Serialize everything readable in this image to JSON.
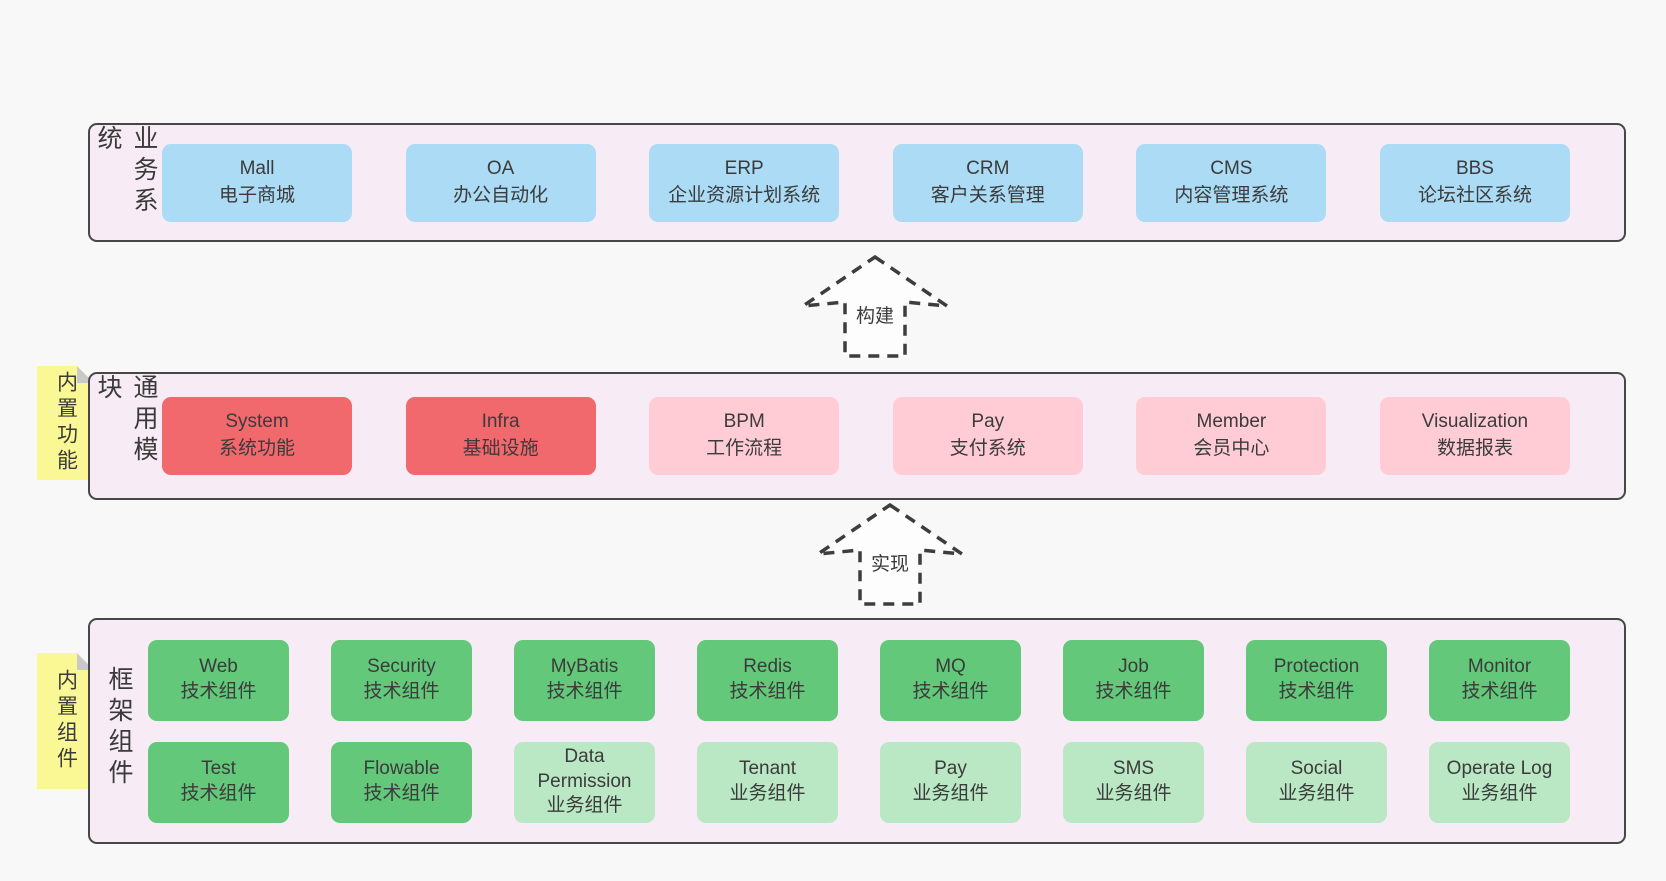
{
  "palette": {
    "page_bg": "#f8f8f8",
    "panel_bg": "#f7ecf5",
    "panel_border": "#474747",
    "blue": "#abdbf5",
    "red": "#f1696c",
    "pink": "#ffccd6",
    "green": "#63c87a",
    "light_green": "#bae8c4",
    "tab_yellow": "#f9f894",
    "fold_gray": "#c9c9c9",
    "text": "#3b3b3b"
  },
  "arrows": [
    {
      "label": "构建"
    },
    {
      "label": "实现"
    }
  ],
  "sections": {
    "business": {
      "side_label": "业务系统",
      "items": [
        {
          "en": "Mall",
          "zh": "电子商城"
        },
        {
          "en": "OA",
          "zh": "办公自动化"
        },
        {
          "en": "ERP",
          "zh": "企业资源计划系统"
        },
        {
          "en": "CRM",
          "zh": "客户关系管理"
        },
        {
          "en": "CMS",
          "zh": "内容管理系统"
        },
        {
          "en": "BBS",
          "zh": "论坛社区系统"
        }
      ]
    },
    "modules": {
      "tab": "内置功能",
      "side_label": "通用模块",
      "items": [
        {
          "en": "System",
          "zh": "系统功能"
        },
        {
          "en": "Infra",
          "zh": "基础设施"
        },
        {
          "en": "BPM",
          "zh": "工作流程"
        },
        {
          "en": "Pay",
          "zh": "支付系统"
        },
        {
          "en": "Member",
          "zh": "会员中心"
        },
        {
          "en": "Visualization",
          "zh": "数据报表"
        }
      ]
    },
    "framework": {
      "tab": "内置组件",
      "side_label": "框架组件",
      "row1": [
        {
          "en": "Web",
          "zh": "技术组件"
        },
        {
          "en": "Security",
          "zh": "技术组件"
        },
        {
          "en": "MyBatis",
          "zh": "技术组件"
        },
        {
          "en": "Redis",
          "zh": "技术组件"
        },
        {
          "en": "MQ",
          "zh": "技术组件"
        },
        {
          "en": "Job",
          "zh": "技术组件"
        },
        {
          "en": "Protection",
          "zh": "技术组件"
        },
        {
          "en": "Monitor",
          "zh": "技术组件"
        }
      ],
      "row2": [
        {
          "en": "Test",
          "zh": "技术组件"
        },
        {
          "en": "Flowable",
          "zh": "技术组件"
        },
        {
          "en": "Data Permission",
          "zh": "业务组件"
        },
        {
          "en": "Tenant",
          "zh": "业务组件"
        },
        {
          "en": "Pay",
          "zh": "业务组件"
        },
        {
          "en": "SMS",
          "zh": "业务组件"
        },
        {
          "en": "Social",
          "zh": "业务组件"
        },
        {
          "en": "Operate Log",
          "zh": "业务组件"
        }
      ]
    }
  }
}
